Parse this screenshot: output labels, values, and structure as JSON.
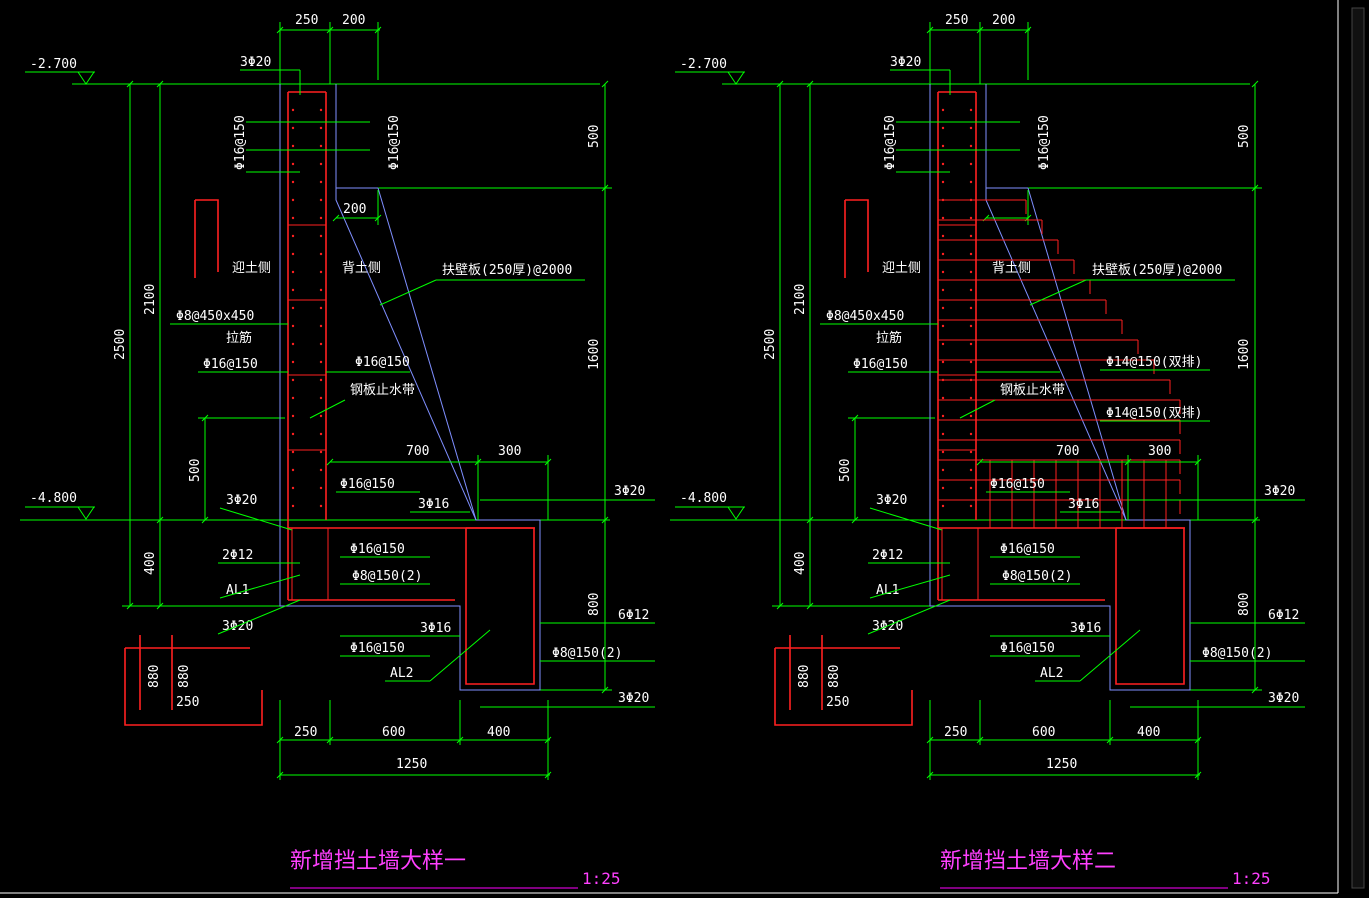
{
  "drawing": {
    "details": [
      {
        "title": "新增挡土墙大样一",
        "scale": "1:25",
        "elev_top": "-2.700",
        "elev_bottom": "-4.800",
        "dims": {
          "d250": "250",
          "d200": "200",
          "d500": "500",
          "d1600": "1600",
          "d800": "800",
          "d2100": "2100",
          "d2500": "2500",
          "d400": "400",
          "d500b": "500",
          "d700": "700",
          "d300": "300",
          "d200c": "200",
          "b250": "250",
          "b600": "600",
          "b400": "400",
          "b1250": "1250",
          "s880a": "880",
          "s880b": "880",
          "s250": "250"
        },
        "labels": {
          "top_rebar": "3Φ20",
          "vert_left": "Φ16@150",
          "vert_right": "Φ16@150",
          "face_out": "迎土侧",
          "face_in": "背土侧",
          "buttress": "扶壁板(250厚)@2000",
          "tie": "Φ8@450x450",
          "tie2": "拉筋",
          "wall_l": "Φ16@150",
          "wall_r": "Φ16@150",
          "waterstop": "钢板止水带",
          "mid1": "",
          "mid2": "",
          "l_3020": "3Φ20",
          "l_2012": "2Φ12",
          "l_al1": "AL1",
          "l_3020b": "3Φ20",
          "c_16150a": "Φ16@150",
          "c_3016": "3Φ16",
          "c_16150b": "Φ16@150",
          "c_8150": "Φ8@150(2)",
          "c_3016b": "3Φ16",
          "c_16150c": "Φ16@150",
          "c_al2": "AL2",
          "r_3020": "3Φ20",
          "r_6012": "6Φ12",
          "r_8150": "Φ8@150(2)",
          "r_3020b": "3Φ20"
        }
      },
      {
        "title": "新增挡土墙大样二",
        "scale": "1:25",
        "elev_top": "-2.700",
        "elev_bottom": "-4.800",
        "dims": {
          "d250": "250",
          "d200": "200",
          "d500": "500",
          "d1600": "1600",
          "d800": "800",
          "d2100": "2100",
          "d2500": "2500",
          "d400": "400",
          "d500b": "500",
          "d700": "700",
          "d300": "300",
          "d200c": "",
          "b250": "250",
          "b600": "600",
          "b400": "400",
          "b1250": "1250",
          "s880a": "880",
          "s880b": "880",
          "s250": "250"
        },
        "labels": {
          "top_rebar": "3Φ20",
          "vert_left": "Φ16@150",
          "vert_right": "Φ16@150",
          "face_out": "迎土侧",
          "face_in": "背土侧",
          "buttress": "扶壁板(250厚)@2000",
          "tie": "Φ8@450x450",
          "tie2": "拉筋",
          "wall_l": "Φ16@150",
          "wall_r": "",
          "waterstop": "钢板止水带",
          "mid1": "Φ14@150(双排)",
          "mid2": "Φ14@150(双排)",
          "l_3020": "3Φ20",
          "l_2012": "2Φ12",
          "l_al1": "AL1",
          "l_3020b": "3Φ20",
          "c_16150a": "Φ16@150",
          "c_3016": "3Φ16",
          "c_16150b": "Φ16@150",
          "c_8150": "Φ8@150(2)",
          "c_3016b": "3Φ16",
          "c_16150c": "Φ16@150",
          "c_al2": "AL2",
          "r_3020": "3Φ20",
          "r_6012": "6Φ12",
          "r_8150": "Φ8@150(2)",
          "r_3020b": "3Φ20"
        }
      }
    ]
  }
}
